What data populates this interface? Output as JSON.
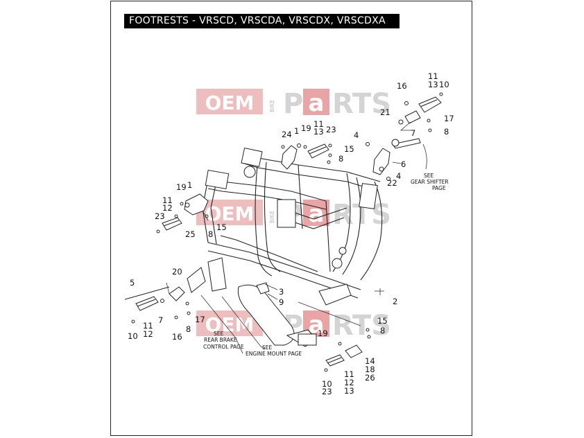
{
  "title": "FOOTRESTS - VRSCD, VRSCDA, VRSCDX, VRSCDXA",
  "watermark": {
    "left_text": "OEM",
    "small_text": "BIKE",
    "right_text_1": "P",
    "right_text_box": "a",
    "right_text_2": "RTS",
    "box_color": "#e7a5a5"
  },
  "callouts": {
    "c1": "11",
    "c2": "13",
    "c3": "10",
    "c4": "16",
    "c5": "21",
    "c6": "17",
    "c7": "7",
    "c8": "8",
    "c9": "4",
    "c10": "6",
    "c11": "4",
    "c12": "22",
    "c13": "24",
    "c14": "1",
    "c15": "19",
    "c16": "11",
    "c17": "13",
    "c18": "23",
    "c19": "15",
    "c20": "8",
    "c21": "19",
    "c22": "1",
    "c23": "11",
    "c24": "12",
    "c25": "23",
    "c26": "25",
    "c27": "15",
    "c28": "8",
    "c29": "20",
    "c30": "5",
    "c31": "7",
    "c32": "11",
    "c33": "12",
    "c34": "10",
    "c35": "16",
    "c36": "8",
    "c37": "17",
    "c38": "3",
    "c39": "9",
    "c40": "2",
    "c41": "15",
    "c42": "8",
    "c43": "19",
    "c44": "14",
    "c45": "18",
    "c46": "26",
    "c47": "11",
    "c48": "12",
    "c49": "13",
    "c50": "10",
    "c51": "23"
  },
  "references": {
    "gear_shifter_1": "SEE",
    "gear_shifter_2": "GEAR SHIFTER",
    "gear_shifter_3": "PAGE",
    "rear_brake_1": "SEE",
    "rear_brake_2": "REAR BRAKE",
    "rear_brake_3": "CONTROL PAGE",
    "engine_mount_1": "SEE",
    "engine_mount_2": "ENGINE MOUNT PAGE"
  }
}
